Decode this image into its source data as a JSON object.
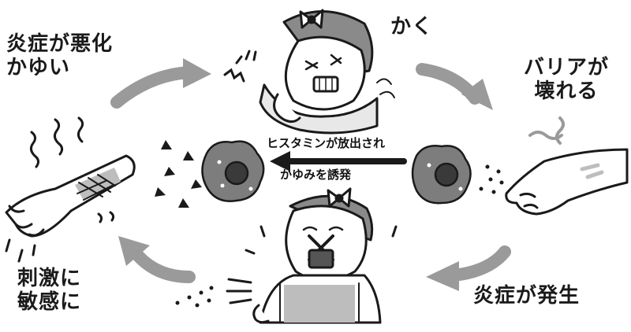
{
  "labels": {
    "inflammation_worse_line1": "炎症が悪化",
    "inflammation_worse_line2": "かゆい",
    "scratch": "かく",
    "barrier_line1": "バリアが",
    "barrier_line2": "壊れる",
    "histamine": "ヒスタミンが放出され",
    "itch_induced": "かゆみを誘発",
    "sensitive_line1": "刺激に",
    "sensitive_line2": "敏感に",
    "inflammation_occurs": "炎症が発生"
  },
  "colors": {
    "ink": "#1a1a1a",
    "arrow_gray": "#9a9a9a",
    "cell_gray": "#7d7d7d",
    "skin_shade": "#bdbdbd"
  }
}
